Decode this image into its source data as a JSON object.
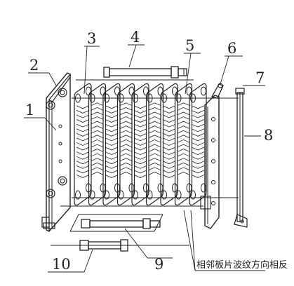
{
  "labels": {
    "l1": "1",
    "l2": "2",
    "l3": "3",
    "l4": "4",
    "l5": "5",
    "l6": "6",
    "l7": "7",
    "l8": "8",
    "l9": "9",
    "l10": "10"
  },
  "caption": "相邻板片波纹方向相反"
}
